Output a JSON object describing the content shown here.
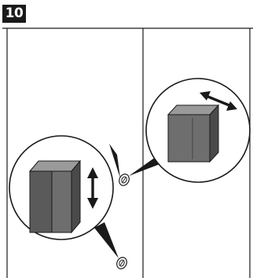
{
  "step": {
    "number": "10"
  },
  "colors": {
    "line": "#1a1a1a",
    "cabinet_front": "#6e6e6e",
    "cabinet_side": "#4a4a4a",
    "cabinet_top": "#9a9a9a",
    "background": "#ffffff"
  },
  "icons": {
    "vertical_adjustment": "double-arrow-vertical",
    "horizontal_adjustment": "double-arrow-horizontal",
    "adjustment_screw": "cam-screw"
  }
}
